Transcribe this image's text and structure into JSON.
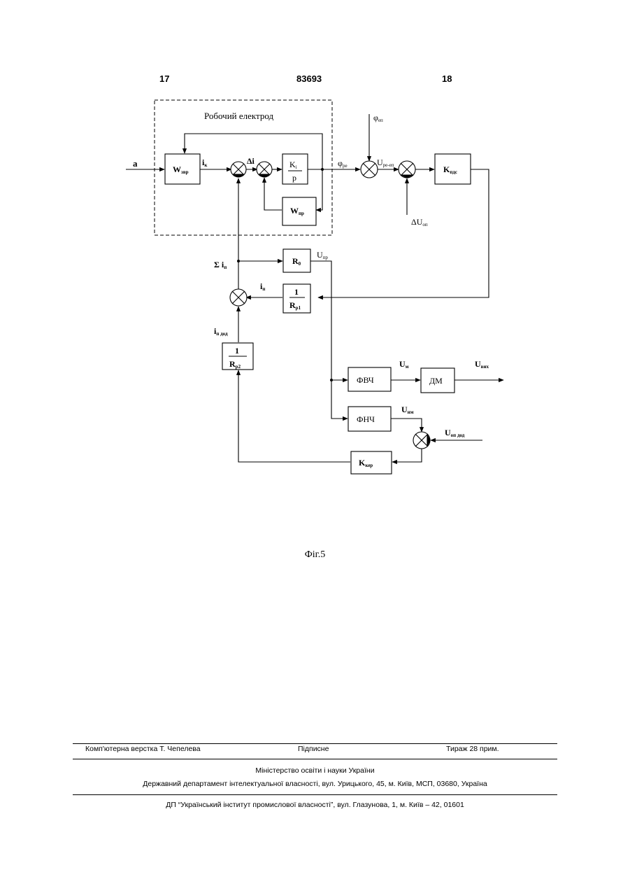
{
  "header": {
    "left_page": "17",
    "patent_number": "83693",
    "right_page": "18"
  },
  "diagram": {
    "frame_label": "Робочий електрод",
    "input_label": "a",
    "blocks": {
      "w_zvr": {
        "main": "W",
        "sub": "звр"
      },
      "ki_num": {
        "main": "K",
        "sub": "i"
      },
      "ki_den": "p",
      "w_pr": {
        "main": "W",
        "sub": "пр"
      },
      "k_pds": {
        "main": "K",
        "sub": "пдс"
      },
      "r0": {
        "main": "R",
        "sub": "0"
      },
      "rp1_num": "1",
      "rp1_den": {
        "main": "R",
        "sub": "p1"
      },
      "rp2_num": "1",
      "rp2_den": {
        "main": "R",
        "sub": "p2"
      },
      "fvch": "ФВЧ",
      "dm": "ДМ",
      "fnch": "ФНЧ",
      "k_ker": {
        "main": "K",
        "sub": "кер"
      }
    },
    "signals": {
      "ik": {
        "main": "i",
        "sub": "к"
      },
      "delta_i": "Δi",
      "phi_re": {
        "main": "φ",
        "sub": "ре"
      },
      "phi_ep": {
        "main": "φ",
        "sub": "еп"
      },
      "u_re_ep": {
        "main": "U",
        "sub": "ре-еп"
      },
      "delta_u_op": {
        "main": "ΔU",
        "sub": "оп"
      },
      "sum_ip": {
        "main": "Σ i",
        "sub": "п"
      },
      "u_pr": {
        "main": "U",
        "sub": "пр"
      },
      "ip": {
        "main": "i",
        "sub": "п"
      },
      "ip_dod": {
        "main": "i",
        "sub": "п дод"
      },
      "u_m": {
        "main": "U",
        "sub": "м"
      },
      "u_vyh": {
        "main": "U",
        "sub": "вих"
      },
      "u_nm": {
        "main": "U",
        "sub": "нм"
      },
      "u_op_dod": {
        "main": "U",
        "sub": "оп дод"
      }
    }
  },
  "caption": "Фіг.5",
  "footer": {
    "layout": "Комп'ютерна верстка Т. Чепелева",
    "signed": "Підписне",
    "circulation": "Тираж 28 прим.",
    "ministry": "Міністерство освіти і науки України",
    "department": "Державний департамент інтелектуальної власності, вул. Урицького, 45, м. Київ, МСП, 03680, Україна",
    "institute": "ДП “Український інститут промислової власності”, вул. Глазунова, 1, м. Київ – 42, 01601"
  }
}
